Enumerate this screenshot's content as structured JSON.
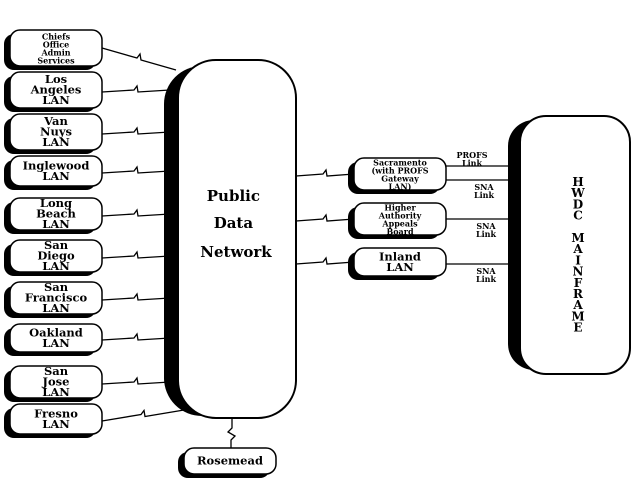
{
  "left_nodes": [
    {
      "lines": [
        "Chiefs",
        "Office",
        "Admin",
        "Services"
      ]
    },
    {
      "lines": [
        "Los",
        "Angeles",
        "LAN"
      ]
    },
    {
      "lines": [
        "Van",
        "Nuys",
        "LAN"
      ]
    },
    {
      "lines": [
        "Inglewood",
        "LAN"
      ]
    },
    {
      "lines": [
        "Long",
        "Beach",
        "LAN"
      ]
    },
    {
      "lines": [
        "San",
        "Diego",
        "LAN"
      ]
    },
    {
      "lines": [
        "San",
        "Francisco",
        "LAN"
      ]
    },
    {
      "lines": [
        "Oakland",
        "LAN"
      ]
    },
    {
      "lines": [
        "San",
        "Jose",
        "LAN"
      ]
    },
    {
      "lines": [
        "Fresno",
        "LAN"
      ]
    }
  ],
  "bottom_node": {
    "lines": [
      "Rosemead"
    ]
  },
  "center_node": {
    "lines": [
      "Public",
      "Data",
      "Network"
    ]
  },
  "right_nodes": [
    {
      "lines": [
        "Sacramento",
        "(with PROFS",
        "Gateway",
        "LAN)"
      ]
    },
    {
      "lines": [
        "Higher",
        "Authority",
        "Appeals",
        "Board"
      ]
    },
    {
      "lines": [
        "Inland",
        "LAN"
      ]
    }
  ],
  "links": {
    "profs": [
      "PROFS",
      "Link"
    ],
    "sna1": [
      "SNA",
      "Link"
    ],
    "sna2": [
      "SNA",
      "Link"
    ],
    "sna3": [
      "SNA",
      "Link"
    ]
  },
  "mainframe": {
    "lines": [
      "H",
      "W",
      "D",
      "C",
      "",
      "M",
      "A",
      "I",
      "N",
      "F",
      "R",
      "A",
      "M",
      "E"
    ]
  }
}
